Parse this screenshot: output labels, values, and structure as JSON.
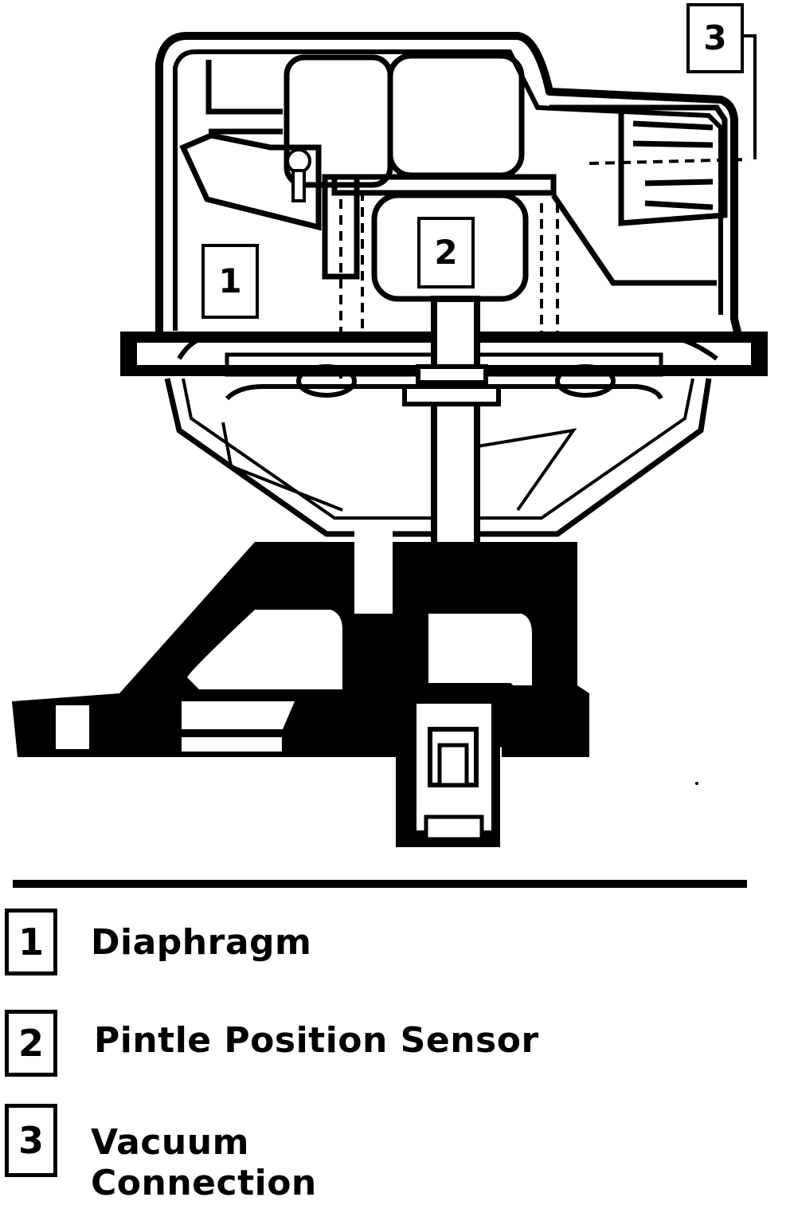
{
  "callouts": [
    {
      "number": "1",
      "label": "Diaphragm"
    },
    {
      "number": "2",
      "label": "Pintle Position Sensor"
    },
    {
      "number": "3",
      "label": "Vacuum\nConnection"
    }
  ],
  "legend": {
    "items": [
      {
        "number": "1",
        "label": "Diaphragm"
      },
      {
        "number": "2",
        "label": "Pintle Position Sensor"
      },
      {
        "number": "3",
        "label_line1": "Vacuum",
        "label_line2": "Connection"
      }
    ]
  },
  "colors": {
    "ink": "#000000",
    "paper": "#ffffff"
  }
}
